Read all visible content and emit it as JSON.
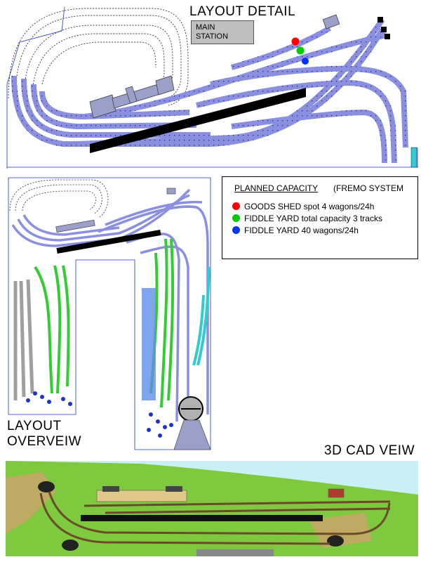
{
  "titles": {
    "layout_detail": "LAYOUT  DETAIL",
    "layout_overview_line1": "LAYOUT",
    "layout_overview_line2": "OVERVEIW",
    "cad_view": "3D CAD VEIW"
  },
  "station_box": {
    "line1": "MAIN",
    "line2": "STATION"
  },
  "legend": {
    "title": "PLANNED CAPACITY",
    "subtitle": "(FREMO SYSTEM",
    "items": [
      {
        "color": "#ff0000",
        "text": "GOODS SHED spot 4 wagons/24h"
      },
      {
        "color": "#00cc00",
        "text": "FIDDLE YARD total capacity 3 tracks"
      },
      {
        "color": "#0033ff",
        "text": "FIDDLE YARD 40 wagons/24h"
      }
    ]
  },
  "colors": {
    "track_blue": "#8a8fe0",
    "track_green": "#33cc33",
    "track_cyan": "#33cccc",
    "track_gray": "#a0a0a0",
    "grass": "#7fc93f",
    "sky": "#c9f0f5"
  }
}
